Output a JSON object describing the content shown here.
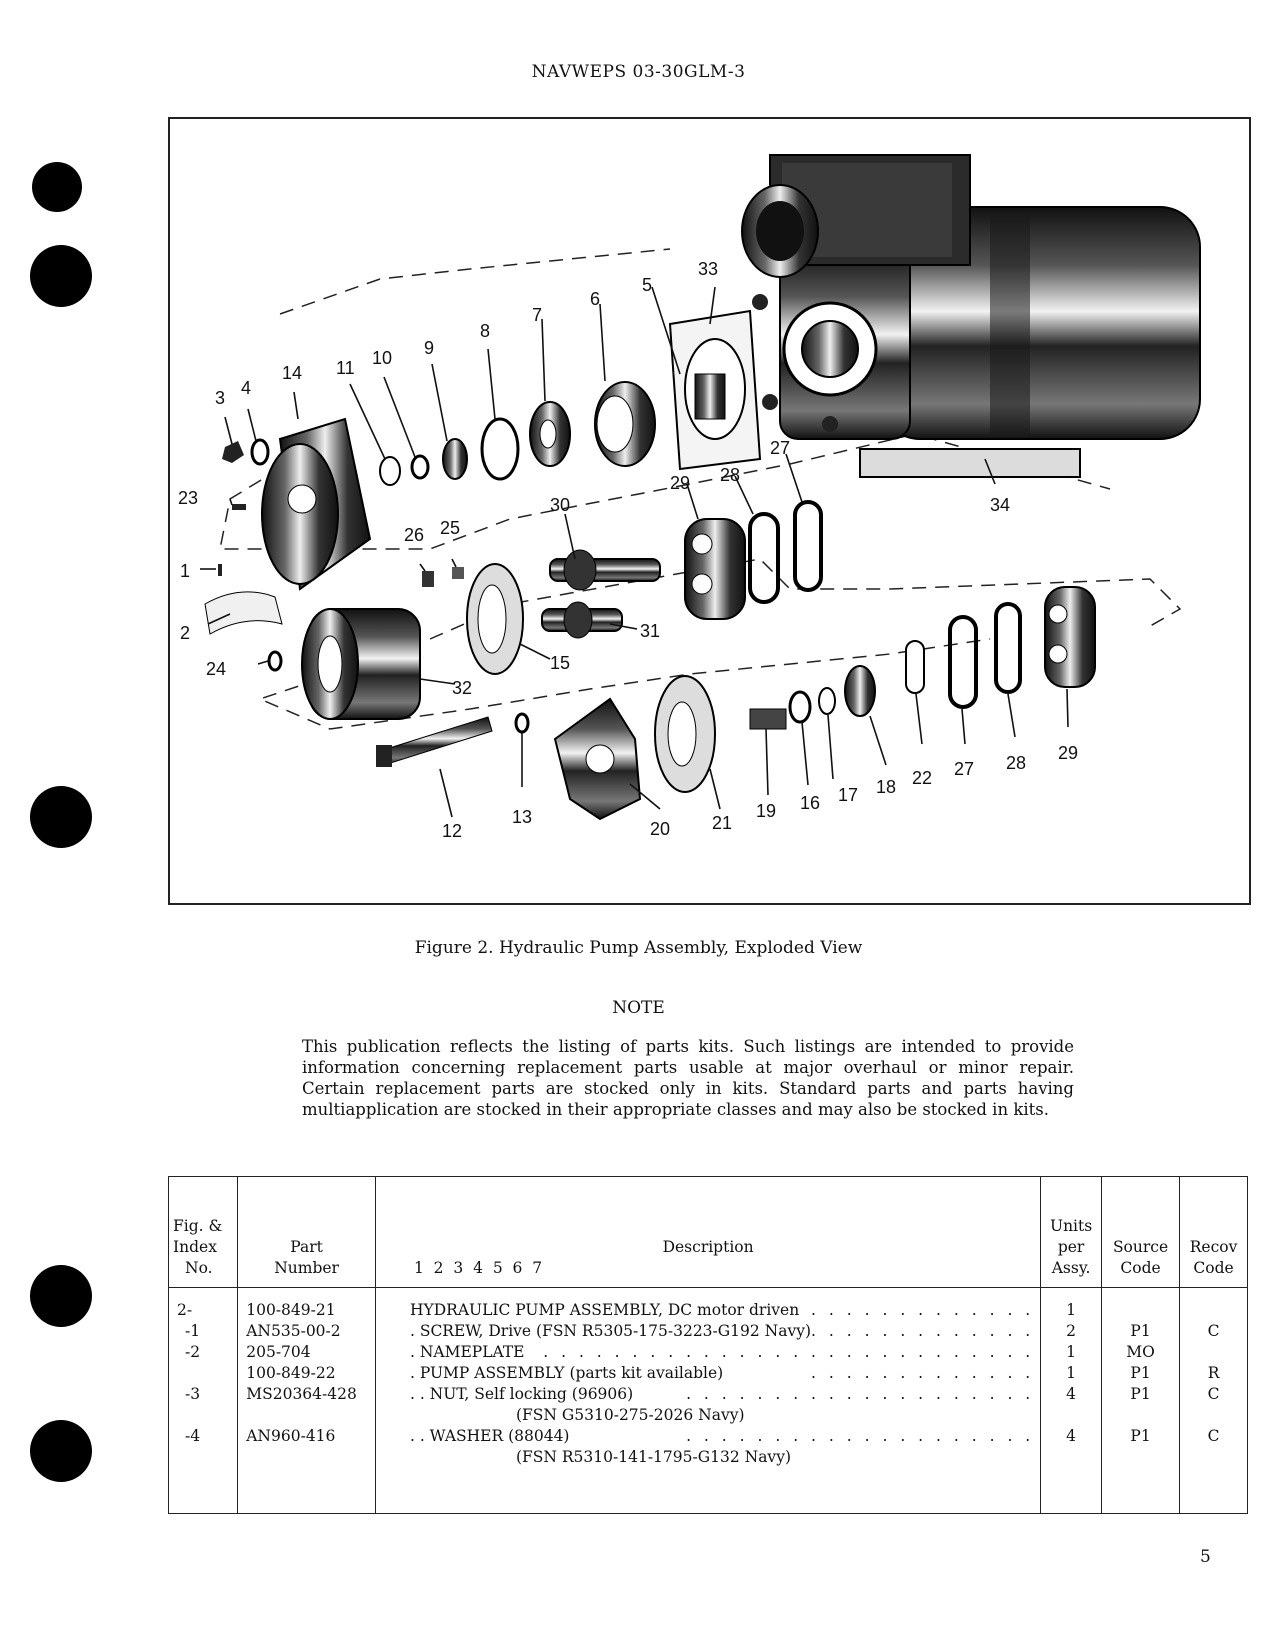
{
  "header": {
    "title": "NAVWEPS 03-30GLM-3"
  },
  "figure": {
    "caption": "Figure 2. Hydraulic Pump Assembly, Exploded View",
    "callouts": [
      "1",
      "2",
      "3",
      "4",
      "5",
      "6",
      "7",
      "8",
      "9",
      "10",
      "11",
      "12",
      "13",
      "14",
      "15",
      "16",
      "17",
      "18",
      "19",
      "20",
      "21",
      "22",
      "23",
      "24",
      "25",
      "26",
      "27",
      "27",
      "28",
      "28",
      "29",
      "29",
      "30",
      "31",
      "32",
      "33",
      "34"
    ]
  },
  "note": {
    "title": "NOTE",
    "body": "This publication reflects the listing of parts kits. Such listings are intended to provide information concerning replacement parts usable at major overhaul or minor repair. Certain replacement parts are stocked only in kits. Standard parts and parts having multiapplication are stocked in their appropriate classes and may also be stocked in kits."
  },
  "table": {
    "headers": {
      "fig_line1": "Fig. &",
      "fig_line2": "Index",
      "fig_line3": "No.",
      "part_line1": "Part",
      "part_line2": "Number",
      "desc_line1": "Description",
      "desc_line2": "1  2  3  4  5  6  7",
      "units_line1": "Units",
      "units_line2": "per",
      "units_line3": "Assy.",
      "source_line1": "Source",
      "source_line2": "Code",
      "recov_line1": "Recov",
      "recov_line2": "Code"
    },
    "rows": [
      {
        "index": "2-",
        "part": "100-849-21",
        "desc": "HYDRAULIC PUMP ASSEMBLY, DC motor driven",
        "desc2": "",
        "units": "1",
        "source": "",
        "recov": ""
      },
      {
        "index": "-1",
        "part": "AN535-00-2",
        "desc": ". SCREW, Drive (FSN R5305-175-3223-G192 Navy)",
        "desc2": "",
        "units": "2",
        "source": "P1",
        "recov": "C"
      },
      {
        "index": "-2",
        "part": "205-704",
        "desc": ". NAMEPLATE",
        "desc2": "",
        "units": "1",
        "source": "MO",
        "recov": ""
      },
      {
        "index": "",
        "part": "100-849-22",
        "desc": ". PUMP ASSEMBLY (parts kit available)",
        "desc2": "",
        "units": "1",
        "source": "P1",
        "recov": "R"
      },
      {
        "index": "-3",
        "part": "MS20364-428",
        "desc": ". . NUT, Self locking (96906)",
        "desc2": "(FSN G5310-275-2026 Navy)",
        "units": "4",
        "source": "P1",
        "recov": "C"
      },
      {
        "index": "-4",
        "part": "AN960-416",
        "desc": ". . WASHER (88044)",
        "desc2": "(FSN R5310-141-1795-G132 Navy)",
        "units": "4",
        "source": "P1",
        "recov": "C"
      }
    ]
  },
  "page_number": "5"
}
